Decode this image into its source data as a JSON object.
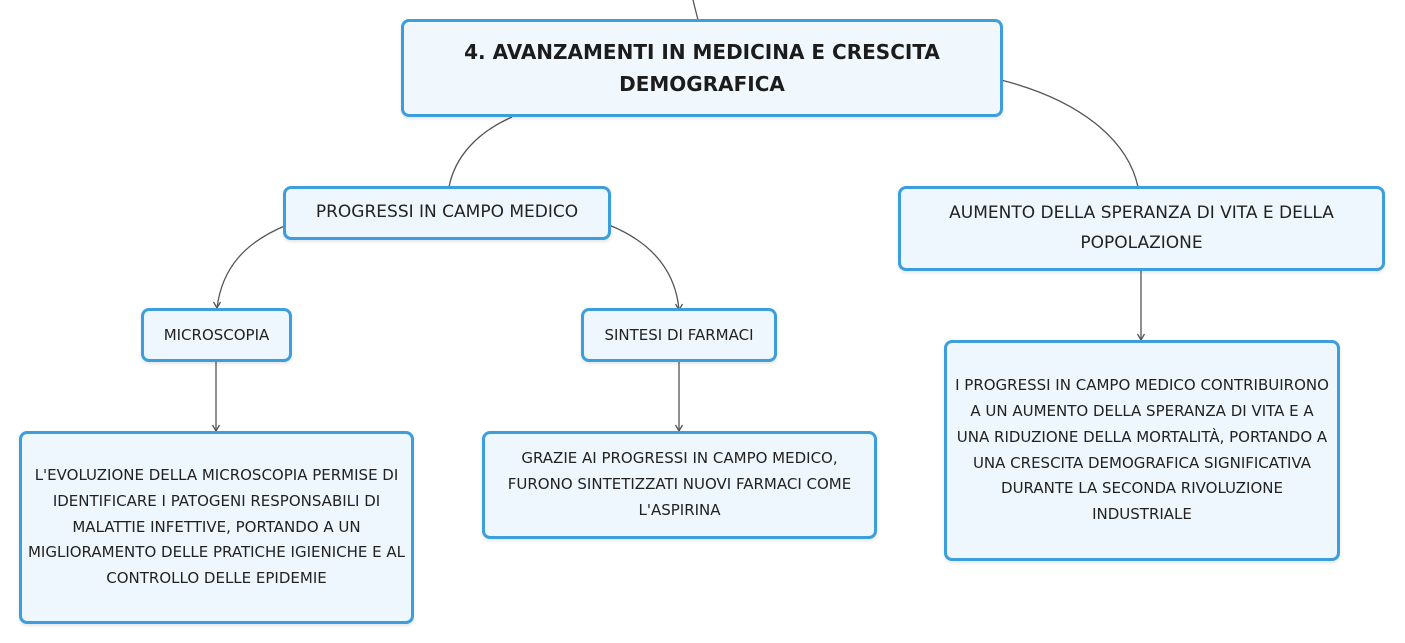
{
  "diagram": {
    "type": "mind-map",
    "colors": {
      "node_border": "#3d9ede",
      "node_fill": "#eef7fd",
      "connector": "#555555",
      "text": "#222222"
    },
    "root": {
      "label": "4. AVANZAMENTI IN MEDICINA E CRESCITA DEMOGRAFICA"
    },
    "branches": {
      "medical_progress": {
        "label": "PROGRESSI IN CAMPO MEDICO",
        "microscopy": {
          "label": "MICROSCOPIA",
          "detail": "L'EVOLUZIONE DELLA MICROSCOPIA PERMISE DI IDENTIFICARE I PATOGENI RESPONSABILI DI MALATTIE INFETTIVE, PORTANDO A UN MIGLIORAMENTO DELLE PRATICHE IGIENICHE E AL CONTROLLO DELLE EPIDEMIE"
        },
        "drug_synthesis": {
          "label": "SINTESI DI FARMACI",
          "detail": "GRAZIE AI PROGRESSI IN CAMPO MEDICO, FURONO SINTETIZZATI NUOVI FARMACI COME L'ASPIRINA"
        }
      },
      "life_expectancy": {
        "label": "AUMENTO DELLA SPERANZA DI VITA E DELLA POPOLAZIONE",
        "detail": "I PROGRESSI IN CAMPO MEDICO CONTRIBUIRONO A UN AUMENTO DELLA SPERANZA DI VITA E A UNA RIDUZIONE DELLA MORTALITÀ, PORTANDO A UNA CRESCITA DEMOGRAFICA SIGNIFICATIVA DURANTE LA SECONDA RIVOLUZIONE INDUSTRIALE"
      }
    }
  }
}
